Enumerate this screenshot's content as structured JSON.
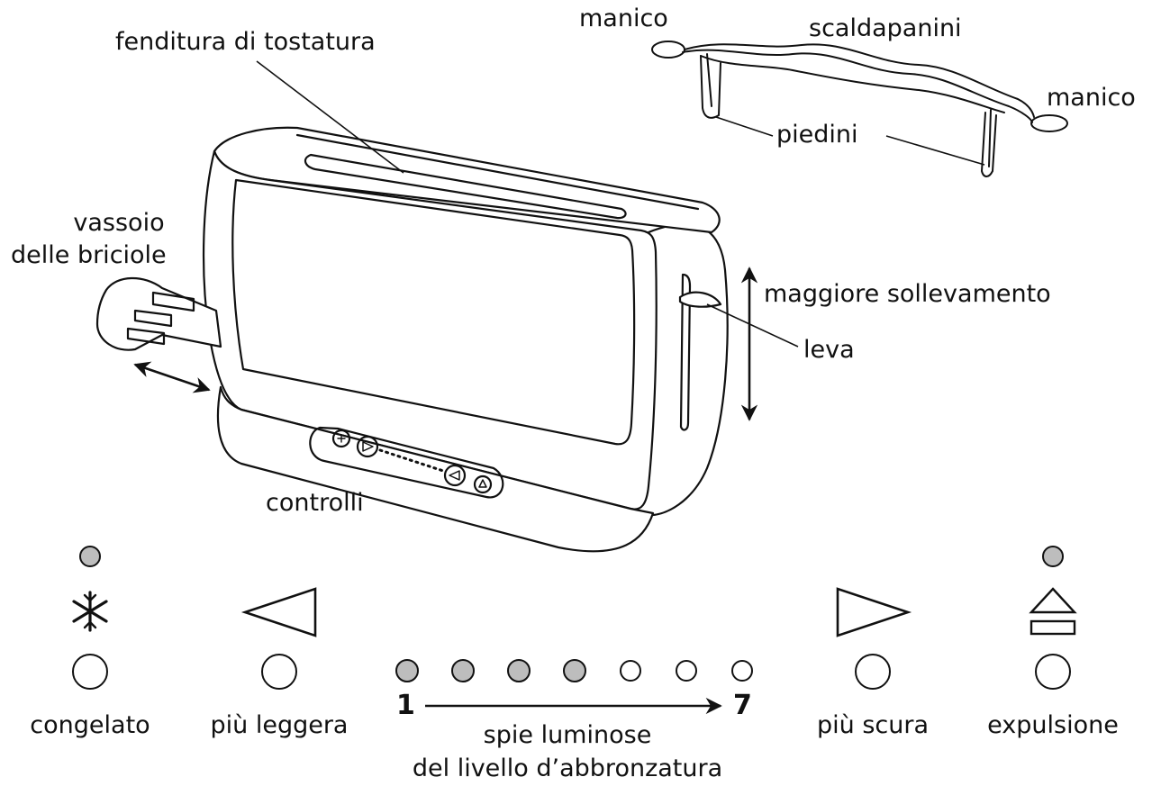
{
  "labels": {
    "slot": "fenditura di tostatura",
    "crumb_tray_1": "vassoio",
    "crumb_tray_2": "delle briciole",
    "controls": "controlli",
    "lift": "maggiore sollevamento",
    "lever": "leva",
    "handle_left": "manico",
    "handle_right": "manico",
    "warmer": "scaldapanini",
    "feet": "piedini"
  },
  "panel": {
    "frozen": "congelato",
    "lighter": "più leggera",
    "darker": "più scura",
    "eject": "expulsione",
    "scale_min": "1",
    "scale_max": "7",
    "indicator_caption_1": "spie luminose",
    "indicator_caption_2": "del livello d’abbronzatura",
    "indicator_lit": [
      true,
      true,
      true,
      true,
      false,
      false,
      false
    ]
  },
  "colors": {
    "line": "#111111",
    "lit": "#bdbdbd",
    "unlit": "#ffffff"
  }
}
